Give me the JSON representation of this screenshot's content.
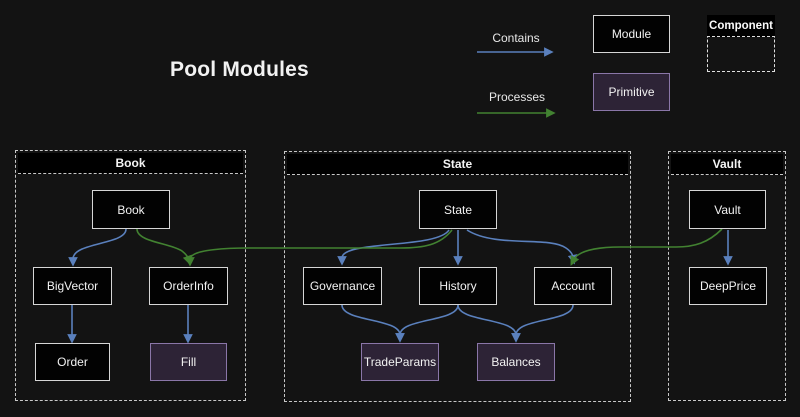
{
  "title": "Pool Modules",
  "legend": {
    "contains_label": "Contains",
    "processes_label": "Processes",
    "module_label": "Module",
    "primitive_label": "Primitive",
    "component_label": "Component",
    "contains_color": "#5a80bd",
    "processes_color": "#428231"
  },
  "colors": {
    "background": "#131313",
    "module_fill": "#020202",
    "module_border": "#d6d6d6",
    "primitive_fill": "#2d2336",
    "primitive_border": "#8a76a8",
    "container_border": "#c8c8c8",
    "header_fill": "#000000",
    "text": "#f2f2f2"
  },
  "containers": {
    "book": {
      "label": "Book"
    },
    "state": {
      "label": "State"
    },
    "vault": {
      "label": "Vault"
    }
  },
  "nodes": {
    "book": {
      "label": "Book",
      "type": "module",
      "container": "Book"
    },
    "bigvector": {
      "label": "BigVector",
      "type": "module",
      "container": "Book"
    },
    "orderinfo": {
      "label": "OrderInfo",
      "type": "module",
      "container": "Book"
    },
    "order": {
      "label": "Order",
      "type": "module",
      "container": "Book"
    },
    "fill": {
      "label": "Fill",
      "type": "primitive",
      "container": "Book"
    },
    "state": {
      "label": "State",
      "type": "module",
      "container": "State"
    },
    "governance": {
      "label": "Governance",
      "type": "module",
      "container": "State"
    },
    "history": {
      "label": "History",
      "type": "module",
      "container": "State"
    },
    "account": {
      "label": "Account",
      "type": "module",
      "container": "State"
    },
    "tradeparams": {
      "label": "TradeParams",
      "type": "primitive",
      "container": "State"
    },
    "balances": {
      "label": "Balances",
      "type": "primitive",
      "container": "State"
    },
    "vault": {
      "label": "Vault",
      "type": "module",
      "container": "Vault"
    },
    "deepprice": {
      "label": "DeepPrice",
      "type": "module",
      "container": "Vault"
    }
  },
  "edges": {
    "contains": [
      {
        "from": "Book",
        "to": "BigVector"
      },
      {
        "from": "BigVector",
        "to": "Order"
      },
      {
        "from": "OrderInfo",
        "to": "Fill"
      },
      {
        "from": "State",
        "to": "Governance"
      },
      {
        "from": "State",
        "to": "History"
      },
      {
        "from": "State",
        "to": "Account"
      },
      {
        "from": "Governance",
        "to": "TradeParams"
      },
      {
        "from": "History",
        "to": "TradeParams"
      },
      {
        "from": "History",
        "to": "Balances"
      },
      {
        "from": "Account",
        "to": "Balances"
      },
      {
        "from": "Vault",
        "to": "DeepPrice"
      }
    ],
    "processes": [
      {
        "from": "Book",
        "to": "OrderInfo"
      },
      {
        "from": "State",
        "to": "OrderInfo"
      },
      {
        "from": "Vault",
        "to": "Account"
      }
    ]
  }
}
